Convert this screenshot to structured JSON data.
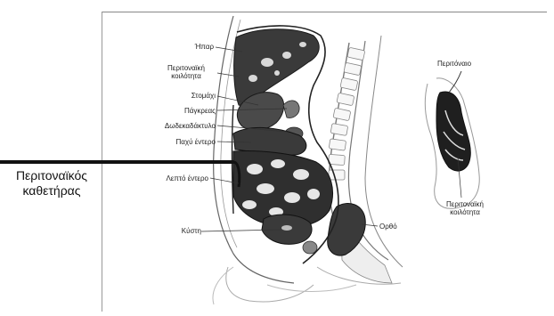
{
  "left_labels": {
    "liver": "Ήπαρ",
    "cavity_line1": "Περιτοναϊκή",
    "cavity_line2": "κοιλότητα",
    "stomach": "Στομάχι",
    "pancreas": "Πάγκρεας",
    "duodenum": "Δωδεκαδάκτυλο",
    "large_intestine": "Παχύ έντερο",
    "small_intestine": "Λεπτό έντερο",
    "bladder": "Κύστη"
  },
  "right_labels": {
    "rectum": "Ορθό",
    "peritoneum": "Περιτόναιο",
    "cavity_line1": "Περιτοναϊκή",
    "cavity_line2": "κοιλότητα"
  },
  "catheter_label": {
    "line1": "Περιτοναϊκός",
    "line2": "καθετήρας"
  }
}
